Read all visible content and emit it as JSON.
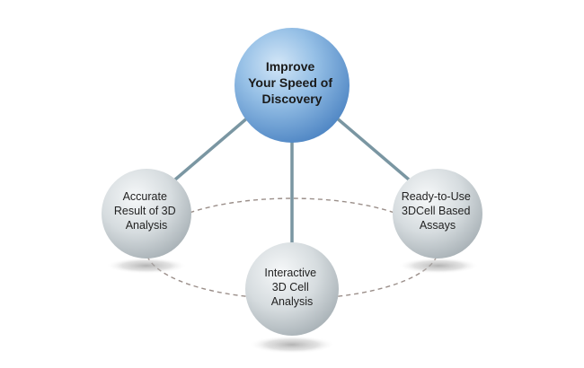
{
  "diagram": {
    "center": {
      "lines": [
        "Improve",
        "Your Speed of",
        "Discovery"
      ]
    },
    "nodes": [
      {
        "id": "left",
        "lines": [
          "Accurate",
          "Result of 3D",
          "Analysis"
        ]
      },
      {
        "id": "right",
        "lines": [
          "Ready-to-Use",
          "3DCell Based",
          "Assays"
        ]
      },
      {
        "id": "bottom",
        "lines": [
          "Interactive",
          "3D Cell",
          "Analysis"
        ]
      }
    ]
  }
}
